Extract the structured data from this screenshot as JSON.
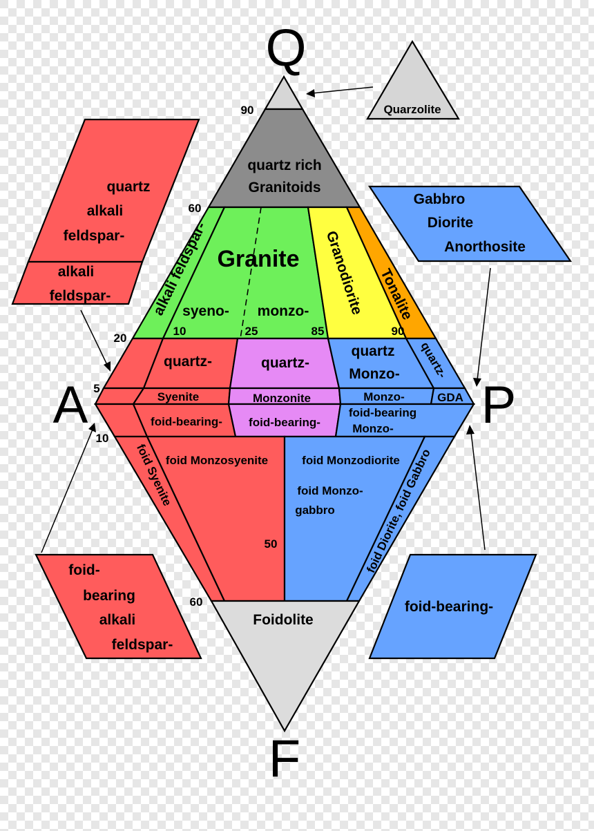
{
  "corners": {
    "q": "Q",
    "a": "A",
    "p": "P",
    "f": "F"
  },
  "colors": {
    "red": "#ff5c5c",
    "gray_light": "#d6d6d6",
    "gray_dark": "#8c8c8c",
    "green": "#6ef05a",
    "yellow": "#ffff40",
    "orange": "#ffa600",
    "pink": "#e68af5",
    "blue": "#66a3ff",
    "foidolite": "#dcdcdc"
  },
  "ticks": {
    "q90": "90",
    "q60": "60",
    "q20": "20",
    "q5": "5",
    "p10": "10",
    "p25": "25",
    "p85": "85",
    "p90": "90",
    "f10": "10",
    "f50": "50",
    "f60": "60"
  },
  "fields": {
    "quartz_rich_1": "quartz rich",
    "quartz_rich_2": "Granitoids",
    "alkali_feldspar_granite": "alkali feldspar-",
    "granite": "Granite",
    "syeno": "syeno-",
    "monzo": "monzo-",
    "granodiorite": "Granodiorite",
    "tonalite": "Tonalite",
    "quartz_syenite": "quartz-",
    "quartz_monzonite": "quartz-",
    "quartz_monzo_1": "quartz",
    "quartz_monzo_2": "Monzo-",
    "quartz_gda": "quartz-",
    "syenite": "Syenite",
    "monzonite": "Monzonite",
    "monzo_dg": "Monzo-",
    "gda": "GDA",
    "foid_bearing_syenite": "foid-bearing-",
    "foid_bearing_monzonite": "foid-bearing-",
    "foid_bearing_monzo_1": "foid-bearing",
    "foid_bearing_monzo_2": "Monzo-",
    "foid_syenite": "foid Syenite",
    "foid_monzosyenite": "foid Monzosyenite",
    "foid_monzodiorite": "foid Monzodiorite",
    "foid_monzogabbro_1": "foid Monzo-",
    "foid_monzogabbro_2": "gabbro",
    "foid_diorite_gabbro": "foid Diorite, foid Gabbro",
    "foidolite": "Foidolite"
  },
  "callouts": {
    "quarzolite": "Quarzolite",
    "qaf_1": "quartz",
    "qaf_2": "alkali",
    "qaf_3": "feldspar-",
    "af_1": "alkali",
    "af_2": "feldspar-",
    "gda_1": "Gabbro",
    "gda_2": "Diorite",
    "gda_3": "Anorthosite",
    "fbaf_1": "foid-",
    "fbaf_2": "bearing",
    "fbaf_3": "alkali",
    "fbaf_4": "feldspar-",
    "fb_blue": "foid-bearing-"
  }
}
